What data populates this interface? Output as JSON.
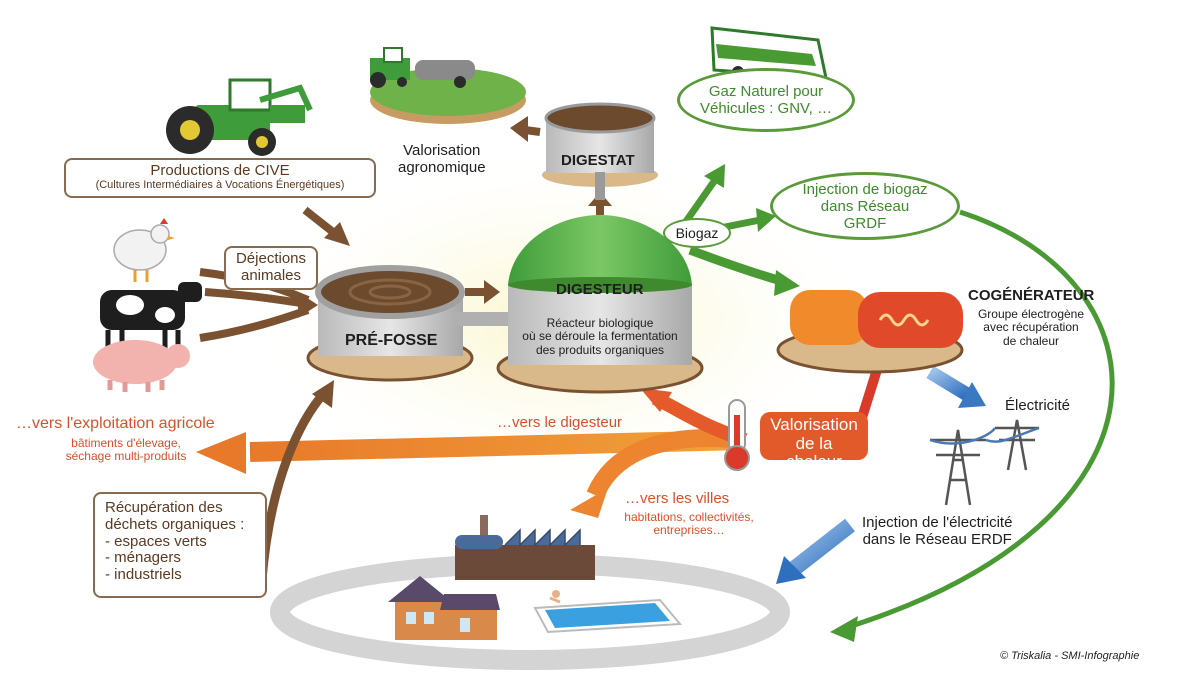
{
  "cive": {
    "title": "Productions de CIVE",
    "subtitle": "(Cultures Intermédiaires à Vocations Énergétiques)"
  },
  "dejections": {
    "line1": "Déjections",
    "line2": "animales"
  },
  "valorisation_agro": {
    "line1": "Valorisation",
    "line2": "agronomique"
  },
  "digestat": {
    "label": "DIGESTAT"
  },
  "gnv": {
    "line1": "Gaz Naturel pour",
    "line2": "Véhicules : GNV, …"
  },
  "biogaz": {
    "label": "Biogaz"
  },
  "injection_biogaz": {
    "line1": "Injection de biogaz",
    "line2": "dans Réseau",
    "line3": "GRDF"
  },
  "prefosse": {
    "label": "PRÉ-FOSSE"
  },
  "digesteur": {
    "title": "DIGESTEUR",
    "line1": "Réacteur biologique",
    "line2": "où se déroule la fermentation",
    "line3": "des produits organiques"
  },
  "cogenerateur": {
    "title": "COGÉNÉRATEUR",
    "line1": "Groupe électrogène",
    "line2": "avec récupération",
    "line3": "de chaleur"
  },
  "electricite": {
    "label": "Électricité"
  },
  "exploitation": {
    "title": "…vers l'exploitation agricole",
    "line1": "bâtiments d'élevage,",
    "line2": "séchage multi-produits"
  },
  "vers_digesteur": {
    "label": "…vers le digesteur"
  },
  "chaleur": {
    "line1": "Valorisation",
    "line2": "de la chaleur"
  },
  "villes": {
    "title": "…vers les villes",
    "line1": "habitations, collectivités,",
    "line2": "entreprises…"
  },
  "dechets": {
    "line1": "Récupération des",
    "line2": "déchets organiques :",
    "line3": "- espaces verts",
    "line4": "- ménagers",
    "line5": "- industriels"
  },
  "erdf": {
    "line1": "Injection de l'électricité",
    "line2": "dans le Réseau ERDF"
  },
  "credit": {
    "label": "© Triskalia - SMI-Infographie"
  },
  "colors": {
    "brown": "#5a3a22",
    "green": "#3f8a2e",
    "orange": "#e8792a",
    "red": "#d9502a",
    "blue": "#3a78c2"
  }
}
